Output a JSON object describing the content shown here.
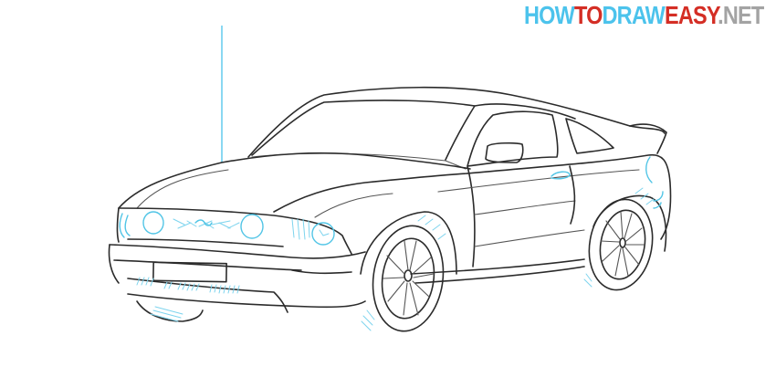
{
  "logo": {
    "part1": "HOW",
    "part2": "TO",
    "part3": "DRAW",
    "part4": "EASY",
    "part5": ".NET",
    "colors": {
      "blue": "#4cc3ec",
      "red": "#d42e25",
      "gray": "#a3a3a3"
    }
  },
  "illustration": {
    "subject": "sports-car-sketch",
    "line_color": "#2b2b2b",
    "highlight_color": "#52c5e6"
  }
}
